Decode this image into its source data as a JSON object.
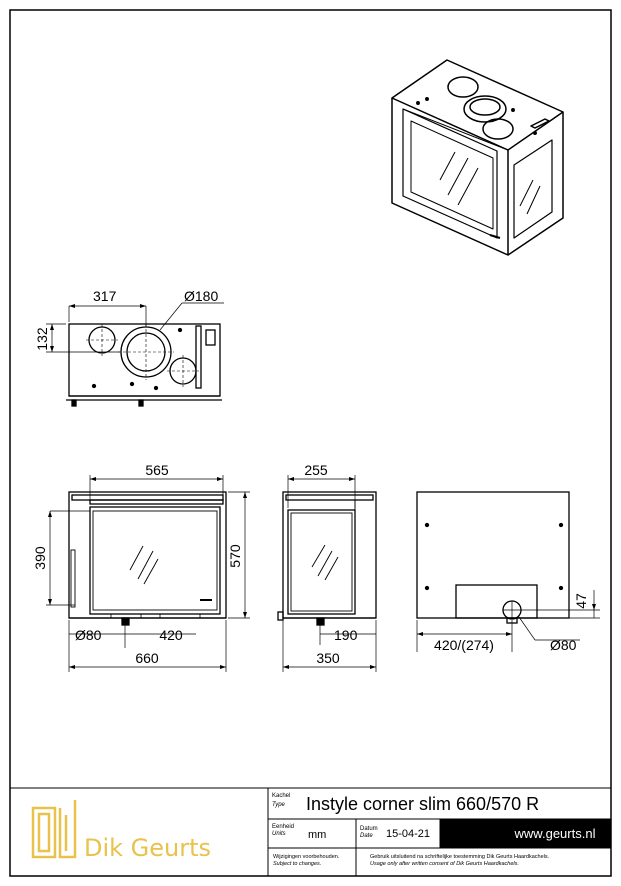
{
  "views": {
    "top": {
      "dim_width": "317",
      "dim_diameter": "Ø180",
      "dim_depth": "132"
    },
    "front": {
      "dim_top": "565",
      "dim_height_left": "390",
      "dim_height_right": "570",
      "dim_flue": "Ø80",
      "dim_flue_offset": "420",
      "dim_total": "660"
    },
    "side": {
      "dim_top": "255",
      "dim_offset": "190",
      "dim_total": "350"
    },
    "back": {
      "dim_height": "47",
      "dim_width": "420/(274)",
      "dim_flue": "Ø80"
    }
  },
  "title_block": {
    "label_kachel": "Kachel",
    "label_type": "Type",
    "product_name": "Instyle corner slim 660/570 R",
    "label_eenheid": "Eenheid",
    "label_units": "Units",
    "units_value": "mm",
    "label_datum": "Datum",
    "label_date": "Date",
    "date_value": "15-04-21",
    "website": "www.geurts.nl",
    "note_changes_nl": "Wijzigingen voorbehouden.",
    "note_changes_en": "Subject to changes.",
    "note_usage_nl": "Gebruik uitsluitend na schriftelijke toestemming Dik Geurts Haardkachels.",
    "note_usage_en": "Usage only after written consent of Dik Geurts Haardkachels.",
    "company_name": "Dik Geurts"
  },
  "colors": {
    "logo_yellow": "#e8c24a",
    "line": "#000000"
  }
}
